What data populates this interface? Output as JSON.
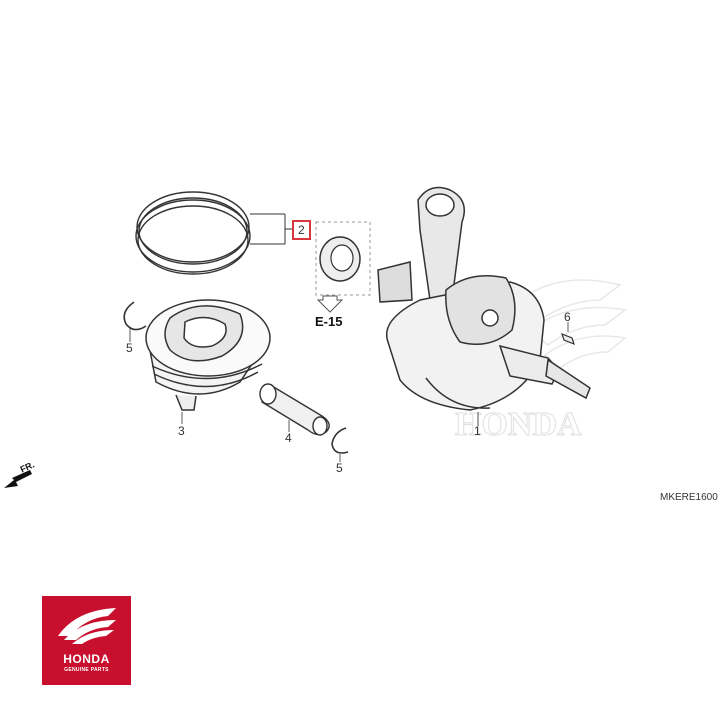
{
  "callouts": {
    "crankshaft": "1",
    "piston_rings": "2",
    "piston": "3",
    "piston_pin": "4",
    "clip_top": "5",
    "clip_bottom": "5",
    "key": "6"
  },
  "reference": {
    "label": "E-15"
  },
  "direction": {
    "label": "FR."
  },
  "diagram_code": "MKERE1600",
  "watermark": "HONDA",
  "logo": {
    "name": "HONDA",
    "subtitle": "GENUINE PARTS"
  },
  "colors": {
    "highlight": "#d9363e",
    "brand_red": "#c8102e",
    "line": "#333333"
  }
}
